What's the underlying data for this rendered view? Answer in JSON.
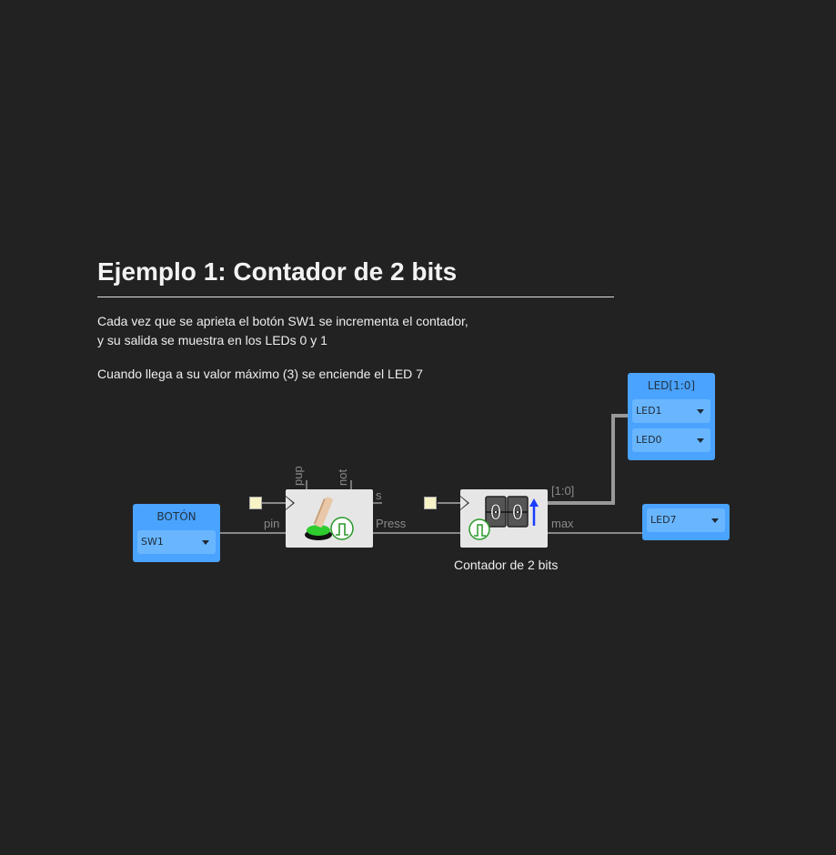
{
  "heading": "Ejemplo 1: Contador de 2 bits",
  "description": {
    "line1": "Cada vez que se aprieta el botón SW1 se incrementa el contador,",
    "line2": "y su salida se muestra en los LEDs 0 y 1",
    "line3": "Cuando llega a su valor máximo (3) se enciende el LED 7"
  },
  "input_button": {
    "label": "BOTÓN",
    "value": "SW1"
  },
  "output_leds": {
    "label": "LED[1:0]",
    "values": [
      "LED1",
      "LED0"
    ]
  },
  "output_led7": {
    "value": "LED7"
  },
  "button_block": {
    "ports": {
      "pup": "pup",
      "not": "not",
      "s": "s",
      "pin": "pin",
      "press": "Press"
    }
  },
  "counter_block": {
    "caption": "Contador de 2 bits",
    "display_digits": [
      "0",
      "0"
    ],
    "ports": {
      "bus": "[1:0]",
      "max": "max"
    }
  },
  "colors": {
    "background": "#222222",
    "io_block": "#4aa3ff",
    "wire": "#888888",
    "bus_wire": "#999999",
    "module_box": "#e6e6e6",
    "constant": "#f7f3c6"
  }
}
